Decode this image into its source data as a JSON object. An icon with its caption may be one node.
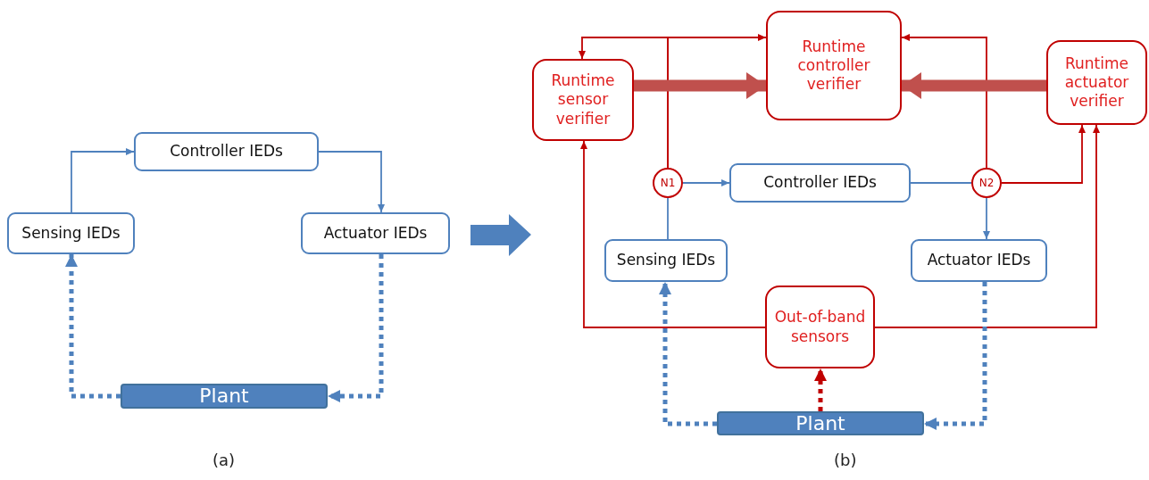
{
  "diagram": {
    "nodes": [
      {
        "text": [
          "Controller IEDs"
        ]
      },
      {
        "text": [
          "Sensing IEDs"
        ]
      },
      {
        "text": [
          "Actuator IEDs"
        ]
      },
      {
        "text": [
          "Plant"
        ]
      },
      {
        "text": [
          "Runtime sensor verifier"
        ]
      },
      {
        "text": [
          "Runtime controller verifier"
        ]
      },
      {
        "text": [
          "Runtime actuator verifier"
        ]
      },
      {
        "text": [
          "N1"
        ]
      },
      {
        "text": [
          "Controller IEDs"
        ]
      },
      {
        "text": [
          "N2"
        ]
      },
      {
        "text": [
          "Sensing IEDs"
        ]
      },
      {
        "text": [
          "Actuator IEDs"
        ]
      },
      {
        "text": [
          "Out-of-band sensors"
        ]
      },
      {
        "text": [
          "Plant"
        ]
      }
    ],
    "edges": [
      {
        "from": 1,
        "to": 0,
        "arrow": "to"
      },
      {
        "from": 0,
        "to": 2,
        "arrow": "to"
      },
      {
        "from": 2,
        "to": 3,
        "arrow": "to",
        "style": "dashed"
      },
      {
        "from": 3,
        "to": 1,
        "arrow": "to",
        "style": "dashed"
      },
      {
        "from": 10,
        "to": 7,
        "arrow": "none"
      },
      {
        "from": 7,
        "to": 8,
        "arrow": "to"
      },
      {
        "from": 7,
        "to": 4,
        "arrow": "to",
        "color": "#c00000"
      },
      {
        "from": 7,
        "to": 5,
        "arrow": "to",
        "color": "#c00000"
      },
      {
        "from": 8,
        "to": 9,
        "arrow": "none"
      },
      {
        "from": 9,
        "to": 11,
        "arrow": "to"
      },
      {
        "from": 9,
        "to": 5,
        "arrow": "to",
        "color": "#c00000"
      },
      {
        "from": 9,
        "to": 6,
        "arrow": "to",
        "color": "#c00000"
      },
      {
        "from": 4,
        "to": 5,
        "arrow": "to",
        "style": "thick",
        "color": "#c0504d"
      },
      {
        "from": 6,
        "to": 5,
        "arrow": "to",
        "style": "thick",
        "color": "#c0504d"
      },
      {
        "from": 12,
        "to": 4,
        "arrow": "to",
        "color": "#c00000"
      },
      {
        "from": 12,
        "to": 6,
        "arrow": "to",
        "color": "#c00000"
      },
      {
        "from": 13,
        "to": 10,
        "arrow": "to",
        "style": "dashed"
      },
      {
        "from": 11,
        "to": 13,
        "arrow": "to",
        "style": "dashed"
      },
      {
        "from": 13,
        "to": 12,
        "arrow": "to",
        "style": "dashed",
        "color": "#c00000"
      }
    ],
    "labels": [
      "(a)",
      "(b)"
    ]
  }
}
